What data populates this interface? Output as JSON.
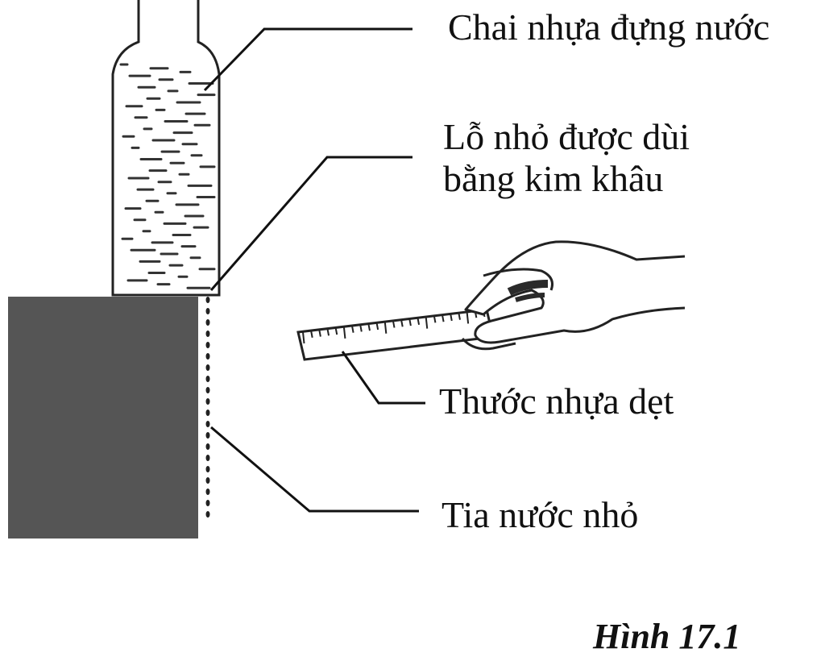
{
  "labels": {
    "bottle": "Chai nhựa đựng nước",
    "hole_line1": "Lỗ nhỏ được dùi",
    "hole_line2": "bằng kim khâu",
    "ruler": "Thước nhựa dẹt",
    "jet": "Tia nước nhỏ"
  },
  "caption": "Hình 17.1",
  "colors": {
    "ink": "#111111",
    "block": "#555555",
    "background": "#ffffff"
  }
}
